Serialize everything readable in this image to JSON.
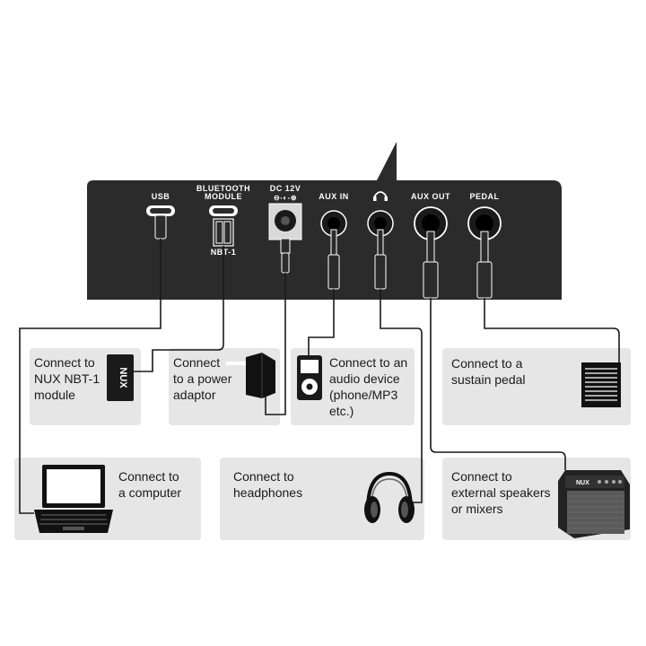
{
  "ports": {
    "usb": "USB",
    "bluetooth_line1": "BLUETOOTH",
    "bluetooth_line2": "MODULE",
    "nbt": "NBT-1",
    "dc": "DC 12V",
    "dc_symbol": "⊖-◐-⊕",
    "aux_in": "AUX IN",
    "aux_out": "AUX OUT",
    "pedal": "PEDAL"
  },
  "boxes": {
    "nbt": [
      "Connect to",
      "NUX NBT-1",
      "module"
    ],
    "power": [
      "Connect",
      "to a power",
      "adaptor"
    ],
    "audio": [
      "Connect to an",
      "audio device",
      "(phone/MP3",
      "etc.)"
    ],
    "pedal": [
      "Connect to a",
      "sustain pedal"
    ],
    "computer": [
      "Connect to",
      "a computer"
    ],
    "headphones": [
      "Connect to",
      "headphones"
    ],
    "speakers": [
      "Connect to",
      "external speakers",
      "or mixers"
    ]
  },
  "logos": {
    "nux": "NUX"
  },
  "colors": {
    "panel": "#2b2b2b",
    "box": "#e6e6e6",
    "cable": "#1a1a1a"
  }
}
